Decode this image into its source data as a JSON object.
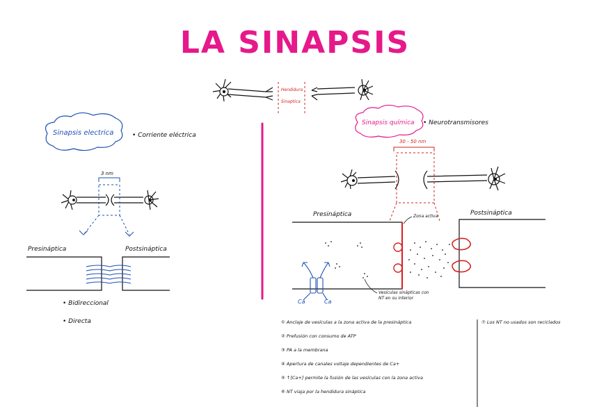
{
  "title": "LA SINAPSIS",
  "top": {
    "gap_label_1": "Hendidura",
    "gap_label_2": "Sinaptica"
  },
  "electrica": {
    "cloud_label": "Sinapsis electrica",
    "bullet": "Corriente eléctrica",
    "gap_label": "3 nm",
    "pre_label": "Presináptica",
    "post_label": "Postsináptica",
    "props": [
      "Bidireccional",
      "Directa"
    ]
  },
  "quimica": {
    "cloud_label": "Sinapsis química",
    "bullet": "Neurotransmisores",
    "gap_label": "30 - 50 nm",
    "pre_label": "Presináptica",
    "post_label": "Postsináptica",
    "zona_label": "Zona activa",
    "vesiculas_label_1": "Vesículas sinápticas con",
    "vesiculas_label_2": "NT en su interior",
    "ca_labels": [
      "Ca",
      "Ca"
    ]
  },
  "steps": [
    "Anclaje de vesículas a la zona activa de la presináptica",
    "Prefusión con consumo de ATP",
    "PA a la membrana",
    "Apertura de canales voltaje dependientes de Ca+",
    "↑[Ca+] permite la fusión de las vesículas con la zona activa",
    "NT viaja por la hendidura sináptica"
  ],
  "steps_right": [
    "Los NT no usados son reciclados"
  ],
  "colors": {
    "title": "#e6198a",
    "divider": "#e6198a",
    "blue": "#1e4fb3",
    "red": "#d32222"
  }
}
